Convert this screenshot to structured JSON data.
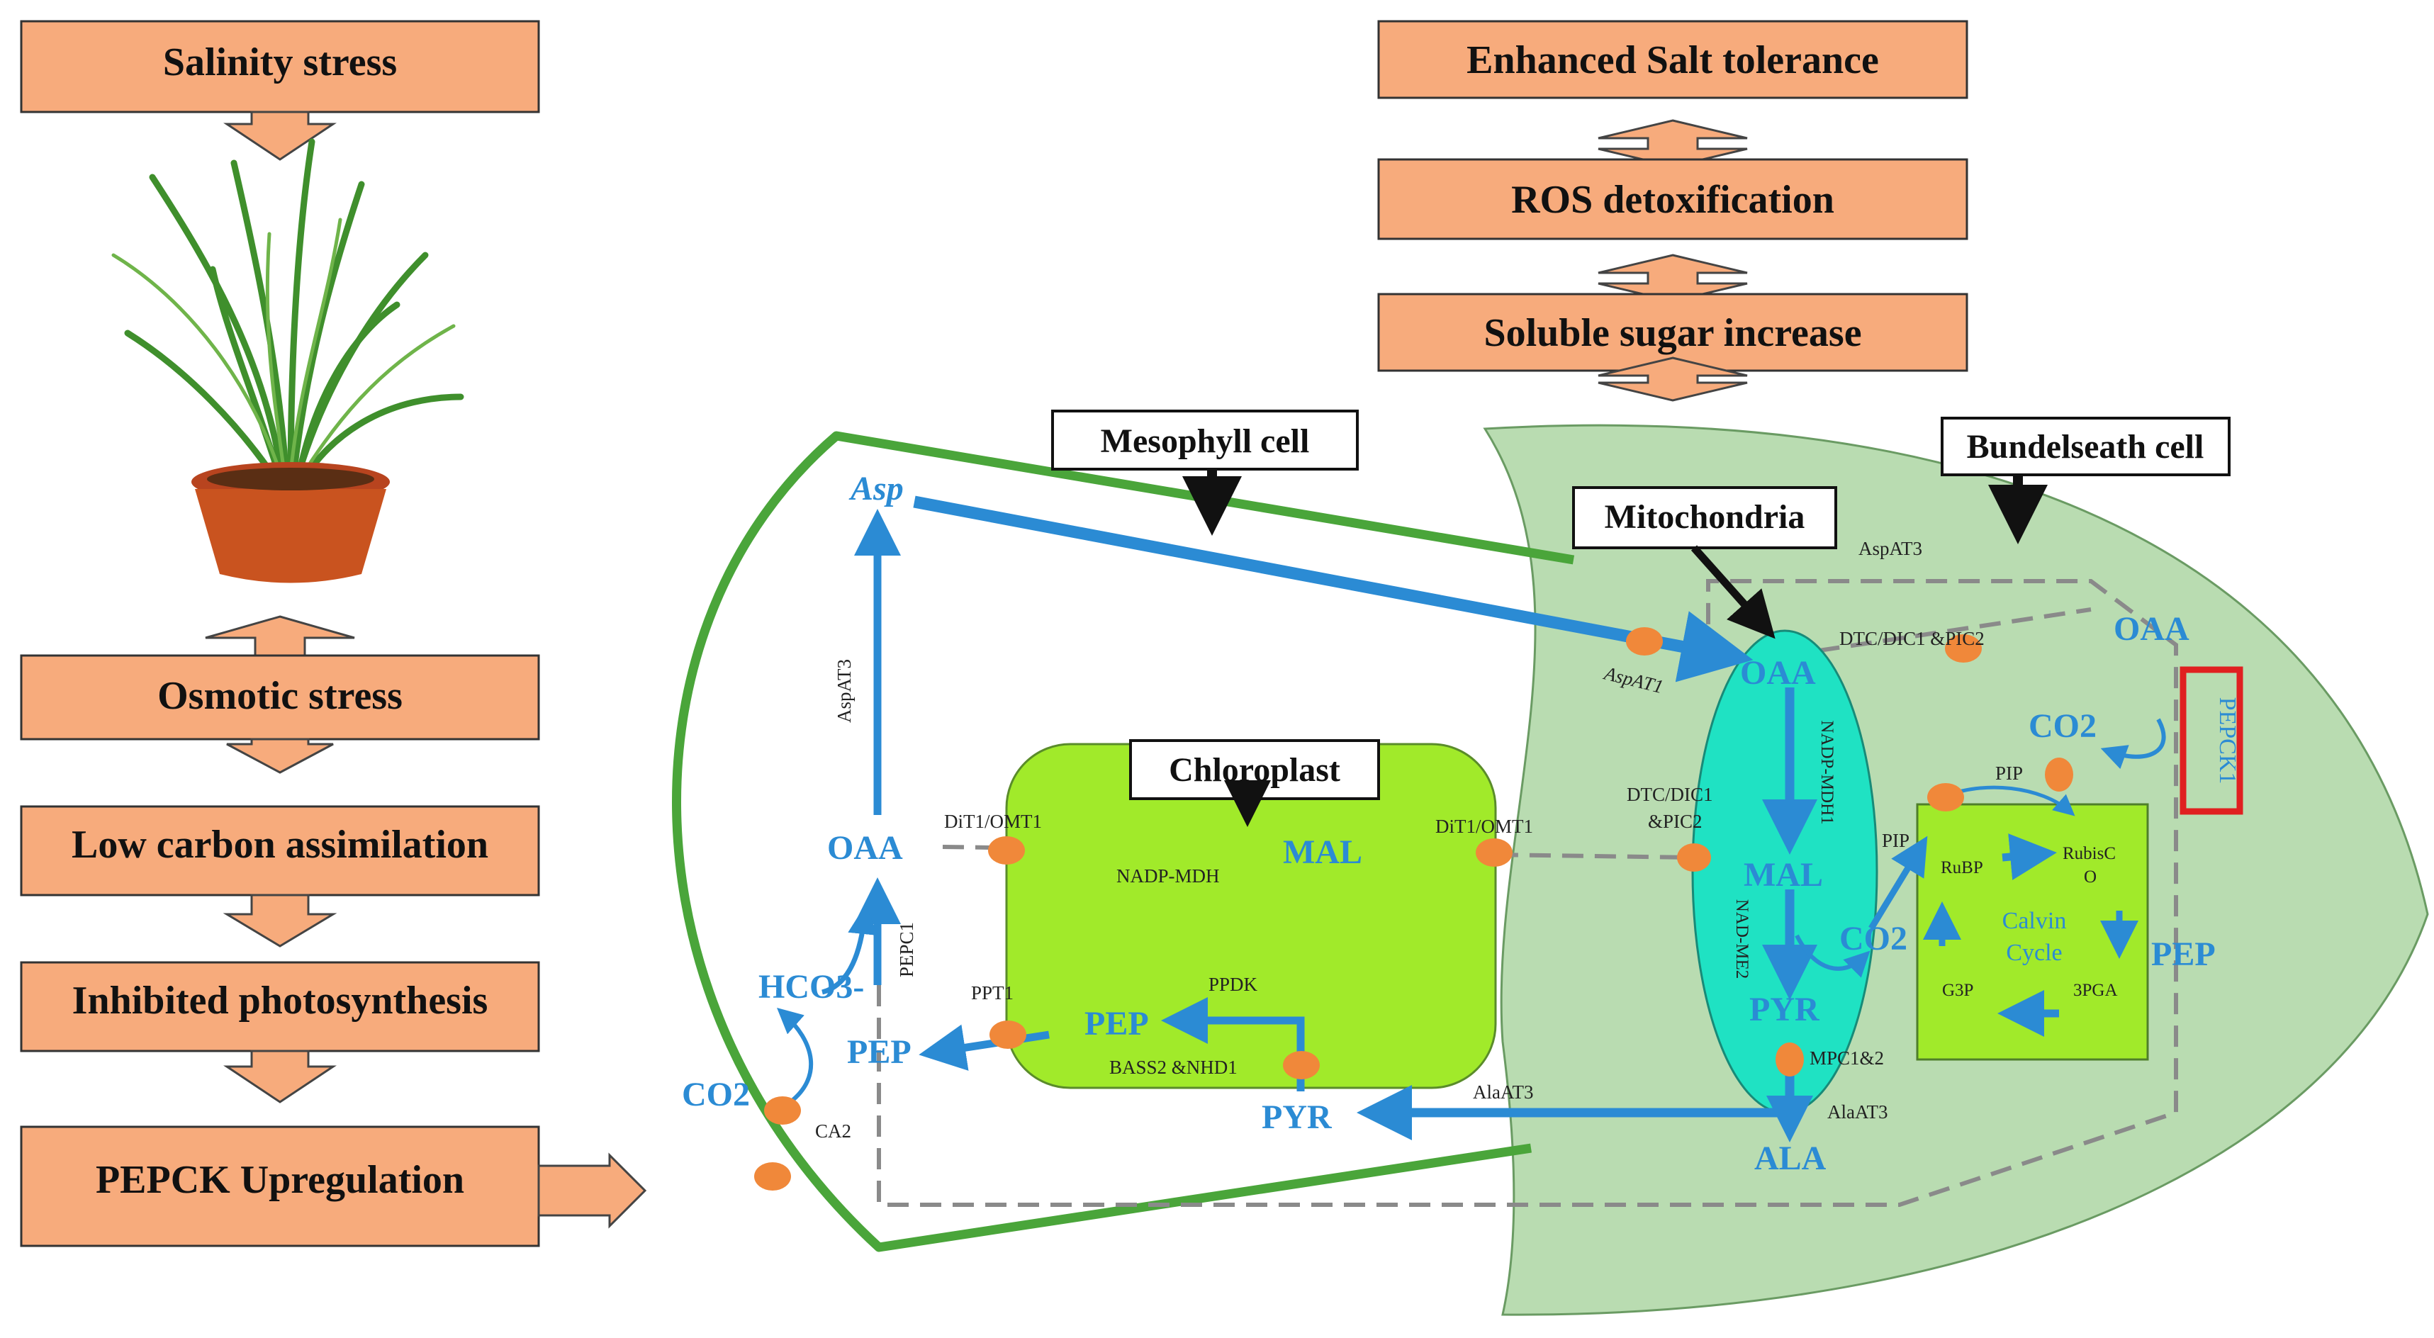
{
  "left_flow": {
    "salinity": "Salinity stress",
    "osmotic": "Osmotic stress",
    "low_carbon": "Low carbon assimilation",
    "inhibited": "Inhibited photosynthesis",
    "pepck_up": "PEPCK Upregulation"
  },
  "top_flow": {
    "salt_tolerance": "Enhanced Salt tolerance",
    "ros": "ROS detoxification",
    "sugar": "Soluble sugar increase"
  },
  "labels": {
    "mesophyll": "Mesophyll cell",
    "bundlesheath": "Bundelseath cell",
    "mitochondria": "Mitochondria",
    "chloroplast": "Chloroplast"
  },
  "metabolites": {
    "asp": "Asp",
    "oaa_m": "OAA",
    "mal_c": "MAL",
    "pep_c": "PEP",
    "pep_m": "PEP",
    "hco3": "HCO3-",
    "co2_m": "CO2",
    "pyr_m": "PYR",
    "oaa_mito": "OAA",
    "mal_mito": "MAL",
    "pyr_mito": "PYR",
    "co2_mito": "CO2",
    "ala": "ALA",
    "oaa_bs": "OAA",
    "co2_bs": "CO2",
    "pep_bs": "PEP"
  },
  "enzymes": {
    "aspat3_m": "AspAT3",
    "aspat1": "AspAT1",
    "aspat3_bs": "AspAT3",
    "dtc_top": "DTC/DIC1 &PIC2",
    "dtc_mid_1": "DTC/DIC1",
    "dtc_mid_2": "&PIC2",
    "dit1_left": "DiT1/OMT1",
    "dit1_right": "DiT1/OMT1",
    "nadp_mdh": "NADP-MDH",
    "pepc1": "PEPC1",
    "ppt1": "PPT1",
    "ppdk": "PPDK",
    "bass2": "BASS2 &NHD1",
    "ca2": "CA2",
    "alaat3_top": "AlaAT3",
    "alaat3_bot": "AlaAT3",
    "mpc": "MPC1&2",
    "nadp_mdh1": "NADP-MDH1",
    "nad_me2": "NAD-ME2",
    "pip_1": "PIP",
    "pip_2": "PIP",
    "pepck1": "PEPCK1"
  },
  "calvin": {
    "title_1": "Calvin",
    "title_2": "Cycle",
    "rubp": "RuBP",
    "rubisco_1": "RubisC",
    "rubisco_2": "O",
    "g3p": "G3P",
    "pga": "3PGA"
  }
}
